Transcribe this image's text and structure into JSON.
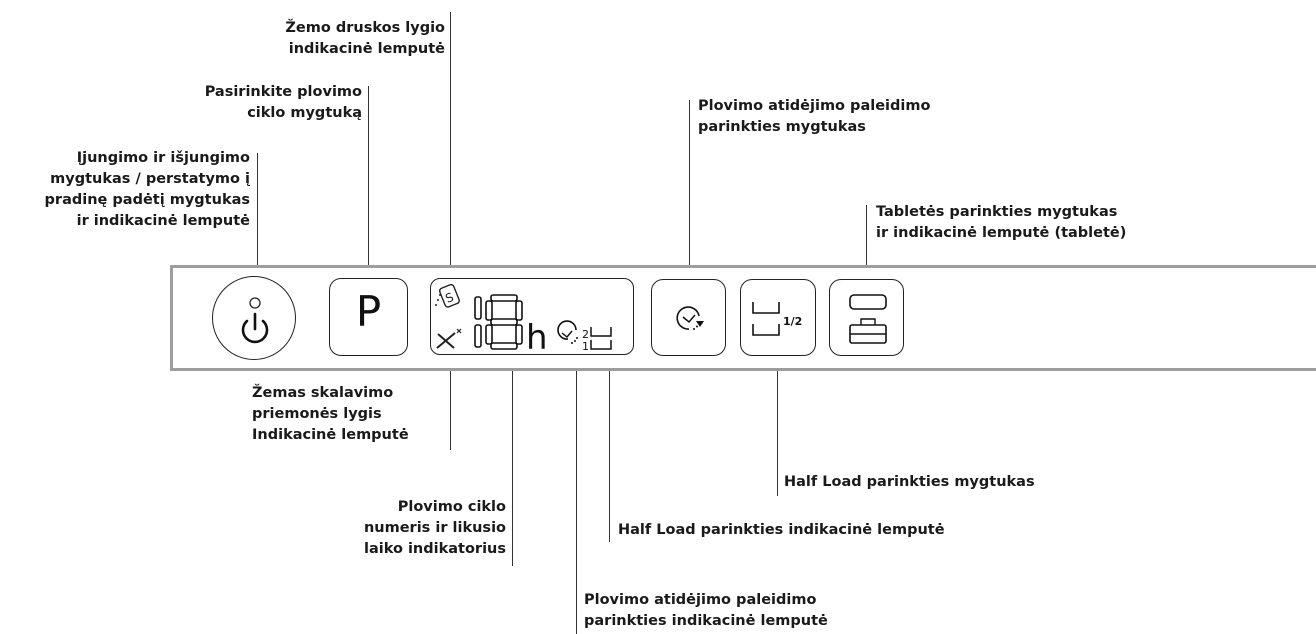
{
  "labels": {
    "power": [
      "Įjungimo ir išjungimo",
      "mygtukas / perstatymo į",
      "pradinę padėtį mygtukas",
      "ir indikacinė lemputė"
    ],
    "program": [
      "Pasirinkite plovimo",
      "ciklo mygtuką"
    ],
    "salt": [
      "Žemo druskos lygio",
      "indikacinė lemputė"
    ],
    "rinse_aid": [
      "Žemas skalavimo",
      "priemonės lygis",
      "Indikacinė lemputė"
    ],
    "cycle_number": [
      "Plovimo ciklo",
      "numeris ir likusio",
      "laiko indikatorius"
    ],
    "delay_indicator": [
      "Plovimo atidėjimo paleidimo",
      "parinkties indikacinė lemputė"
    ],
    "half_load_indicator": [
      "Half Load parinkties indikacinė lemputė"
    ],
    "delay_button": [
      "Plovimo atidėjimo paleidimo",
      "parinkties mygtukas"
    ],
    "half_load_button": [
      "Half Load parinkties mygtukas"
    ],
    "tablet": [
      "Tabletės parinkties mygtukas",
      "ir indikacinė lemputė (tabletė)"
    ]
  },
  "panel": {
    "program_button_letter": "P",
    "display_digits": "18",
    "display_unit": "h",
    "half_load_fraction": "1/2",
    "display_half_2": "2",
    "display_half_1": "1"
  },
  "icons": {
    "power": "power-icon",
    "salt": "salt-icon",
    "rinse_aid": "rinse-aid-icon",
    "delay": "clock-icon",
    "half_load": "half-load-icon",
    "tablet": "tablet-icon"
  }
}
